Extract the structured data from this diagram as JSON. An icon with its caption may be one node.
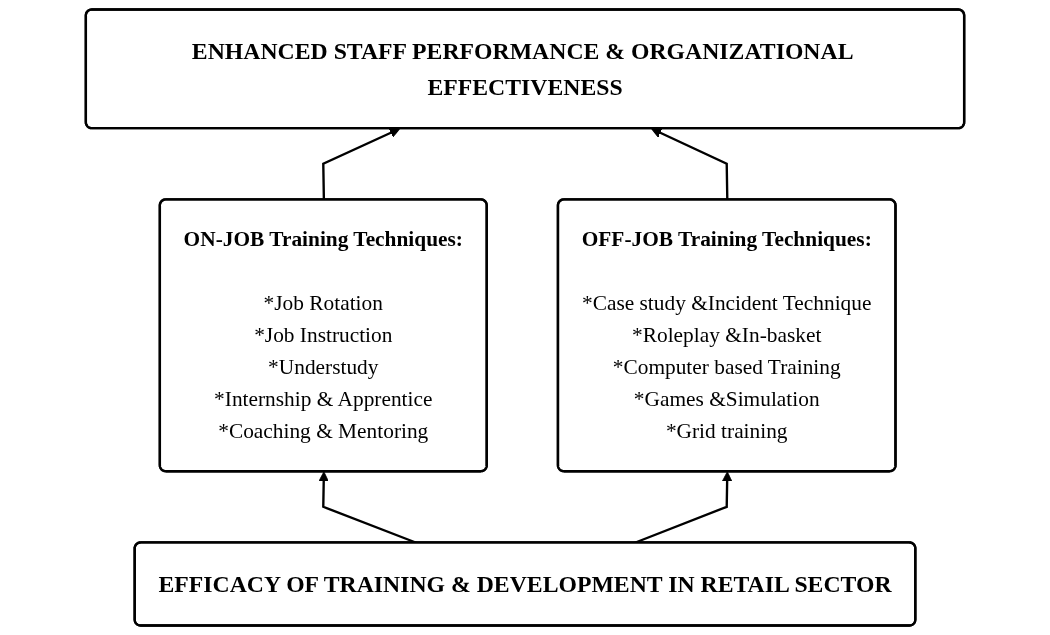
{
  "diagram": {
    "nodes": [
      {
        "text": [
          "ENHANCED STAFF PERFORMANCE & ORGANIZATIONAL EFFECTIVENESS"
        ]
      },
      {
        "text": [
          "ON-JOB Training Techniques:",
          "*Job Rotation",
          "*Job Instruction",
          "*Understudy",
          "*Internship & Apprentice",
          "*Coaching & Mentoring"
        ]
      },
      {
        "text": [
          "OFF-JOB Training Techniques:",
          "*Case study &Incident Technique",
          "*Roleplay &In-basket",
          "*Computer based Training",
          "*Games &Simulation",
          "*Grid training"
        ]
      },
      {
        "text": [
          "EFFICACY OF TRAINING & DEVELOPMENT IN RETAIL SECTOR"
        ]
      }
    ],
    "edges": [
      {
        "from": 1,
        "to": 0,
        "arrow": "to"
      },
      {
        "from": 2,
        "to": 0,
        "arrow": "to"
      },
      {
        "from": 3,
        "to": 1,
        "arrow": "to"
      },
      {
        "from": 3,
        "to": 2,
        "arrow": "to"
      }
    ]
  }
}
